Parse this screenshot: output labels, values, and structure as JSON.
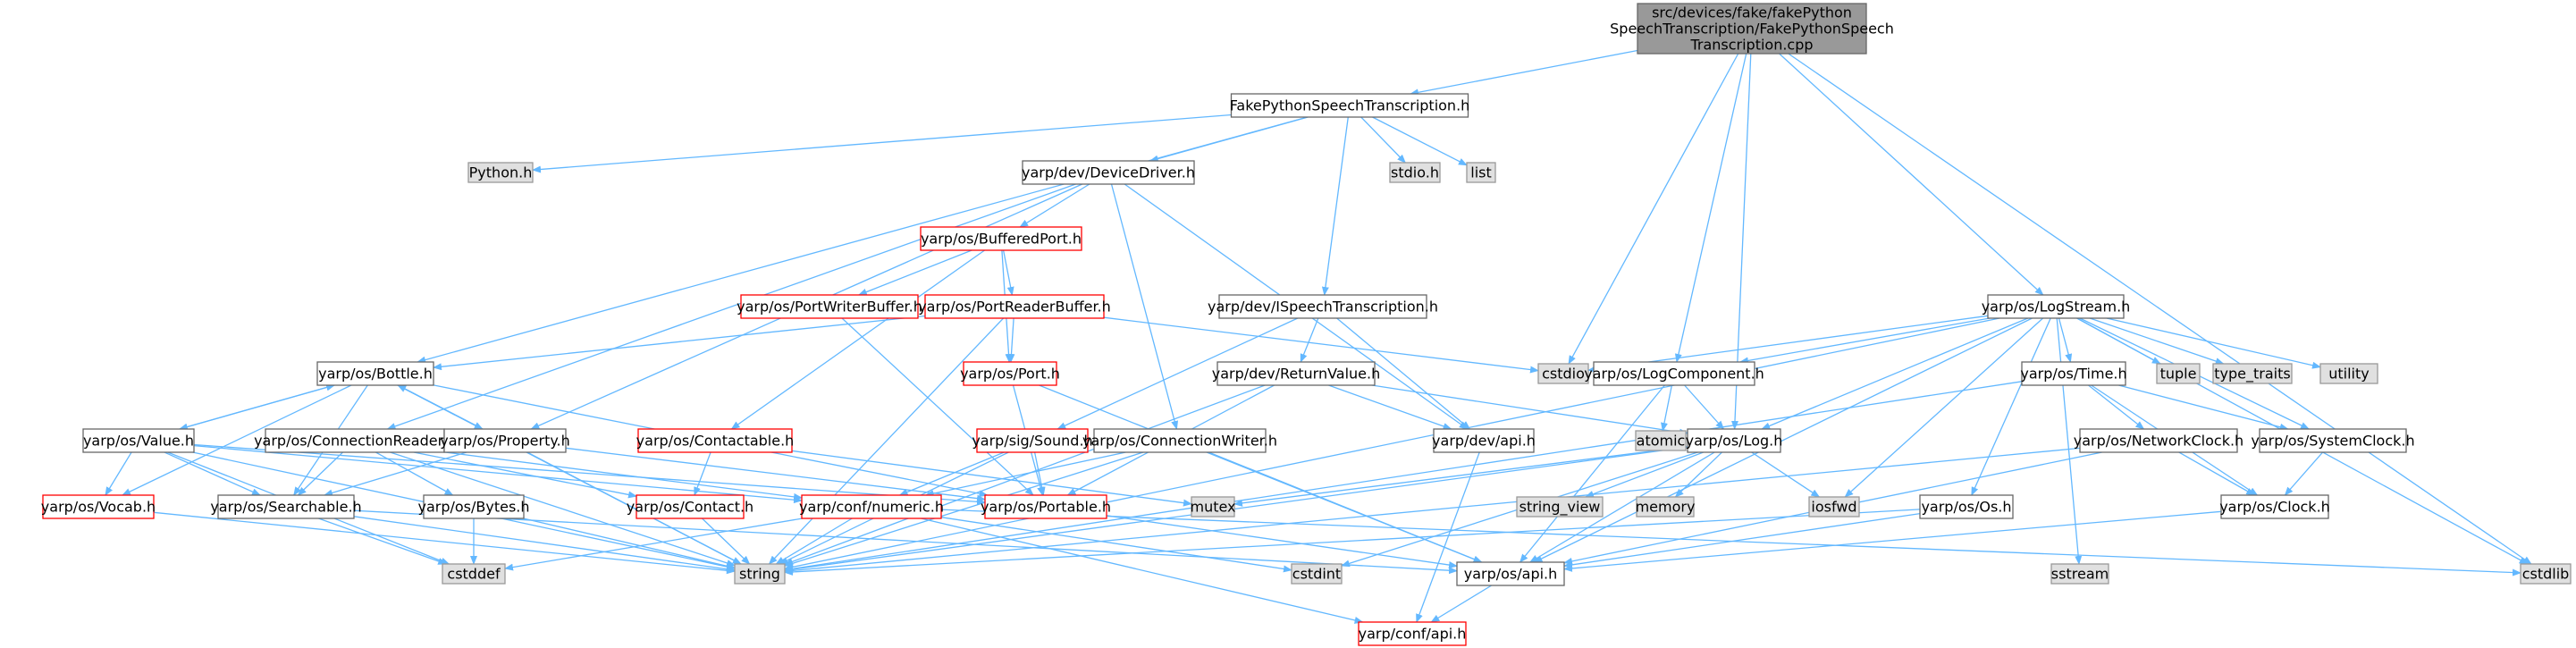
{
  "colors": {
    "edge": "#63b8ff",
    "root_fill": "#999999",
    "root_border": "#666666",
    "local_fill": "#ffffff",
    "local_border": "#666666",
    "missing_fill": "#ffffff",
    "missing_border": "#ff0000",
    "external_fill": "#e0e0e0",
    "external_border": "#999999"
  },
  "nodes": [
    {
      "id": "root",
      "lines": [
        "src/devices/fake/fakePython",
        "SpeechTranscription/FakePythonSpeech",
        "Transcription.cpp"
      ],
      "kind": "root"
    },
    {
      "id": "fpst_h",
      "lines": [
        "FakePythonSpeechTranscription.h"
      ],
      "kind": "local"
    },
    {
      "id": "python_h",
      "lines": [
        "Python.h"
      ],
      "kind": "external"
    },
    {
      "id": "devicedriver_h",
      "lines": [
        "yarp/dev/DeviceDriver.h"
      ],
      "kind": "local"
    },
    {
      "id": "stdio_h",
      "lines": [
        "stdio.h"
      ],
      "kind": "external"
    },
    {
      "id": "list",
      "lines": [
        "list"
      ],
      "kind": "external"
    },
    {
      "id": "bufferedport_h",
      "lines": [
        "yarp/os/BufferedPort.h"
      ],
      "kind": "missing"
    },
    {
      "id": "portwriterbuffer_h",
      "lines": [
        "yarp/os/PortWriterBuffer.h"
      ],
      "kind": "missing"
    },
    {
      "id": "portreaderbuffer_h",
      "lines": [
        "yarp/os/PortReaderBuffer.h"
      ],
      "kind": "missing"
    },
    {
      "id": "ispeech_h",
      "lines": [
        "yarp/dev/ISpeechTranscription.h"
      ],
      "kind": "local"
    },
    {
      "id": "logstream_h",
      "lines": [
        "yarp/os/LogStream.h"
      ],
      "kind": "local"
    },
    {
      "id": "bottle_h",
      "lines": [
        "yarp/os/Bottle.h"
      ],
      "kind": "local"
    },
    {
      "id": "port_h",
      "lines": [
        "yarp/os/Port.h"
      ],
      "kind": "missing"
    },
    {
      "id": "returnvalue_h",
      "lines": [
        "yarp/dev/ReturnValue.h"
      ],
      "kind": "local"
    },
    {
      "id": "cstdio",
      "lines": [
        "cstdio"
      ],
      "kind": "external"
    },
    {
      "id": "logcomponent_h",
      "lines": [
        "yarp/os/LogComponent.h"
      ],
      "kind": "local"
    },
    {
      "id": "time_h",
      "lines": [
        "yarp/os/Time.h"
      ],
      "kind": "local"
    },
    {
      "id": "tuple",
      "lines": [
        "tuple"
      ],
      "kind": "external"
    },
    {
      "id": "type_traits",
      "lines": [
        "type_traits"
      ],
      "kind": "external"
    },
    {
      "id": "utility",
      "lines": [
        "utility"
      ],
      "kind": "external"
    },
    {
      "id": "value_h",
      "lines": [
        "yarp/os/Value.h"
      ],
      "kind": "local"
    },
    {
      "id": "connectionreader_h",
      "lines": [
        "yarp/os/ConnectionReader.h"
      ],
      "kind": "local"
    },
    {
      "id": "property_h",
      "lines": [
        "yarp/os/Property.h"
      ],
      "kind": "local"
    },
    {
      "id": "contactable_h",
      "lines": [
        "yarp/os/Contactable.h"
      ],
      "kind": "missing"
    },
    {
      "id": "sound_h",
      "lines": [
        "yarp/sig/Sound.h"
      ],
      "kind": "missing"
    },
    {
      "id": "connectionwriter_h",
      "lines": [
        "yarp/os/ConnectionWriter.h"
      ],
      "kind": "local"
    },
    {
      "id": "devapi_h",
      "lines": [
        "yarp/dev/api.h"
      ],
      "kind": "local"
    },
    {
      "id": "atomic",
      "lines": [
        "atomic"
      ],
      "kind": "external"
    },
    {
      "id": "log_h",
      "lines": [
        "yarp/os/Log.h"
      ],
      "kind": "local"
    },
    {
      "id": "networkclock_h",
      "lines": [
        "yarp/os/NetworkClock.h"
      ],
      "kind": "local"
    },
    {
      "id": "systemclock_h",
      "lines": [
        "yarp/os/SystemClock.h"
      ],
      "kind": "local"
    },
    {
      "id": "mutex",
      "lines": [
        "mutex"
      ],
      "kind": "external"
    },
    {
      "id": "vocab_h",
      "lines": [
        "yarp/os/Vocab.h"
      ],
      "kind": "missing"
    },
    {
      "id": "searchable_h",
      "lines": [
        "yarp/os/Searchable.h"
      ],
      "kind": "local"
    },
    {
      "id": "bytes_h",
      "lines": [
        "yarp/os/Bytes.h"
      ],
      "kind": "local"
    },
    {
      "id": "contact_h",
      "lines": [
        "yarp/os/Contact.h"
      ],
      "kind": "missing"
    },
    {
      "id": "numeric_h",
      "lines": [
        "yarp/conf/numeric.h"
      ],
      "kind": "missing"
    },
    {
      "id": "portable_h",
      "lines": [
        "yarp/os/Portable.h"
      ],
      "kind": "missing"
    },
    {
      "id": "string_view",
      "lines": [
        "string_view"
      ],
      "kind": "external"
    },
    {
      "id": "memory",
      "lines": [
        "memory"
      ],
      "kind": "external"
    },
    {
      "id": "iosfwd",
      "lines": [
        "iosfwd"
      ],
      "kind": "external"
    },
    {
      "id": "os_h",
      "lines": [
        "yarp/os/Os.h"
      ],
      "kind": "local"
    },
    {
      "id": "clock_h",
      "lines": [
        "yarp/os/Clock.h"
      ],
      "kind": "local"
    },
    {
      "id": "cstddef",
      "lines": [
        "cstddef"
      ],
      "kind": "external"
    },
    {
      "id": "string",
      "lines": [
        "string"
      ],
      "kind": "external"
    },
    {
      "id": "cstdint",
      "lines": [
        "cstdint"
      ],
      "kind": "external"
    },
    {
      "id": "osapi_h",
      "lines": [
        "yarp/os/api.h"
      ],
      "kind": "local"
    },
    {
      "id": "sstream",
      "lines": [
        "sstream"
      ],
      "kind": "external"
    },
    {
      "id": "cstdlib",
      "lines": [
        "cstdlib"
      ],
      "kind": "external"
    },
    {
      "id": "confapi_h",
      "lines": [
        "yarp/conf/api.h"
      ],
      "kind": "missing"
    }
  ],
  "edges": [
    [
      "root",
      "fpst_h"
    ],
    [
      "root",
      "cstdio"
    ],
    [
      "root",
      "logcomponent_h"
    ],
    [
      "root",
      "log_h"
    ],
    [
      "root",
      "logstream_h"
    ],
    [
      "root",
      "cstdlib"
    ],
    [
      "fpst_h",
      "python_h"
    ],
    [
      "fpst_h",
      "devicedriver_h"
    ],
    [
      "fpst_h",
      "stdio_h"
    ],
    [
      "fpst_h",
      "list"
    ],
    [
      "fpst_h",
      "ispeech_h"
    ],
    [
      "fpst_h",
      "bottle_h"
    ],
    [
      "devicedriver_h",
      "bufferedport_h"
    ],
    [
      "devicedriver_h",
      "connectionreader_h"
    ],
    [
      "devicedriver_h",
      "property_h"
    ],
    [
      "devicedriver_h",
      "connectionwriter_h"
    ],
    [
      "devicedriver_h",
      "devapi_h"
    ],
    [
      "bufferedport_h",
      "portwriterbuffer_h"
    ],
    [
      "bufferedport_h",
      "portreaderbuffer_h"
    ],
    [
      "bufferedport_h",
      "port_h"
    ],
    [
      "bufferedport_h",
      "contactable_h"
    ],
    [
      "portwriterbuffer_h",
      "portable_h"
    ],
    [
      "portreaderbuffer_h",
      "bottle_h"
    ],
    [
      "portreaderbuffer_h",
      "port_h"
    ],
    [
      "portreaderbuffer_h",
      "cstdio"
    ],
    [
      "portreaderbuffer_h",
      "string"
    ],
    [
      "port_h",
      "portable_h"
    ],
    [
      "port_h",
      "osapi_h"
    ],
    [
      "ispeech_h",
      "sound_h"
    ],
    [
      "ispeech_h",
      "returnvalue_h"
    ],
    [
      "ispeech_h",
      "devapi_h"
    ],
    [
      "returnvalue_h",
      "log_h"
    ],
    [
      "returnvalue_h",
      "devapi_h"
    ],
    [
      "returnvalue_h",
      "string"
    ],
    [
      "returnvalue_h",
      "portable_h"
    ],
    [
      "bottle_h",
      "value_h"
    ],
    [
      "bottle_h",
      "property_h"
    ],
    [
      "bottle_h",
      "searchable_h"
    ],
    [
      "bottle_h",
      "portable_h"
    ],
    [
      "bottle_h",
      "vocab_h"
    ],
    [
      "bottle_h",
      "string"
    ],
    [
      "value_h",
      "bottle_h"
    ],
    [
      "value_h",
      "vocab_h"
    ],
    [
      "value_h",
      "searchable_h"
    ],
    [
      "value_h",
      "numeric_h"
    ],
    [
      "value_h",
      "portable_h"
    ],
    [
      "value_h",
      "string"
    ],
    [
      "value_h",
      "cstddef"
    ],
    [
      "property_h",
      "bottle_h"
    ],
    [
      "property_h",
      "searchable_h"
    ],
    [
      "property_h",
      "portable_h"
    ],
    [
      "property_h",
      "string"
    ],
    [
      "connectionreader_h",
      "searchable_h"
    ],
    [
      "connectionreader_h",
      "bytes_h"
    ],
    [
      "connectionreader_h",
      "contact_h"
    ],
    [
      "connectionreader_h",
      "numeric_h"
    ],
    [
      "connectionreader_h",
      "string"
    ],
    [
      "contactable_h",
      "contact_h"
    ],
    [
      "contactable_h",
      "mutex"
    ],
    [
      "sound_h",
      "numeric_h"
    ],
    [
      "sound_h",
      "portable_h"
    ],
    [
      "sound_h",
      "string"
    ],
    [
      "connectionwriter_h",
      "numeric_h"
    ],
    [
      "connectionwriter_h",
      "string"
    ],
    [
      "connectionwriter_h",
      "osapi_h"
    ],
    [
      "devapi_h",
      "confapi_h"
    ],
    [
      "vocab_h",
      "string"
    ],
    [
      "searchable_h",
      "cstddef"
    ],
    [
      "searchable_h",
      "string"
    ],
    [
      "searchable_h",
      "osapi_h"
    ],
    [
      "bytes_h",
      "cstddef"
    ],
    [
      "bytes_h",
      "string"
    ],
    [
      "contact_h",
      "string"
    ],
    [
      "numeric_h",
      "cstddef"
    ],
    [
      "numeric_h",
      "string"
    ],
    [
      "numeric_h",
      "cstdint"
    ],
    [
      "numeric_h",
      "confapi_h"
    ],
    [
      "numeric_h",
      "cstdlib"
    ],
    [
      "portable_h",
      "osapi_h"
    ],
    [
      "logstream_h",
      "cstdio"
    ],
    [
      "logstream_h",
      "logcomponent_h"
    ],
    [
      "logstream_h",
      "log_h"
    ],
    [
      "logstream_h",
      "time_h"
    ],
    [
      "logstream_h",
      "tuple"
    ],
    [
      "logstream_h",
      "type_traits"
    ],
    [
      "logstream_h",
      "utility"
    ],
    [
      "logstream_h",
      "os_h"
    ],
    [
      "logstream_h",
      "systemclock_h"
    ],
    [
      "logstream_h",
      "iosfwd"
    ],
    [
      "logstream_h",
      "string"
    ],
    [
      "logstream_h",
      "sstream"
    ],
    [
      "logstream_h",
      "cstdlib"
    ],
    [
      "logstream_h",
      "osapi_h"
    ],
    [
      "logcomponent_h",
      "atomic"
    ],
    [
      "logcomponent_h",
      "log_h"
    ],
    [
      "logcomponent_h",
      "osapi_h"
    ],
    [
      "log_h",
      "mutex"
    ],
    [
      "log_h",
      "string_view"
    ],
    [
      "log_h",
      "memory"
    ],
    [
      "log_h",
      "iosfwd"
    ],
    [
      "log_h",
      "string"
    ],
    [
      "log_h",
      "osapi_h"
    ],
    [
      "log_h",
      "cstdint"
    ],
    [
      "time_h",
      "networkclock_h"
    ],
    [
      "time_h",
      "systemclock_h"
    ],
    [
      "time_h",
      "clock_h"
    ],
    [
      "time_h",
      "string"
    ],
    [
      "networkclock_h",
      "clock_h"
    ],
    [
      "networkclock_h",
      "string"
    ],
    [
      "networkclock_h",
      "osapi_h"
    ],
    [
      "systemclock_h",
      "clock_h"
    ],
    [
      "os_h",
      "string"
    ],
    [
      "os_h",
      "osapi_h"
    ],
    [
      "clock_h",
      "osapi_h"
    ],
    [
      "osapi_h",
      "confapi_h"
    ]
  ]
}
